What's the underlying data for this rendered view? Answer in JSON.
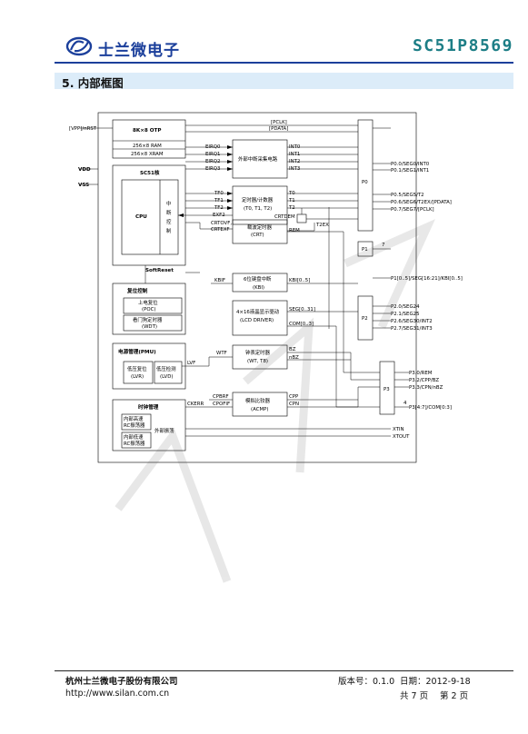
{
  "header": {
    "company": "士兰微电子",
    "part_number": "SC51P8569",
    "logo_icon": "silan-logo-icon"
  },
  "section": {
    "title": "5.  内部框图"
  },
  "diagram": {
    "top_left": {
      "vpp": "[VPP]/nRST",
      "vdd": "VDD",
      "vss": "VSS"
    },
    "memory": {
      "otp": "8K×8 OTP",
      "ram": "256×8 RAM",
      "xram": "256×8 XRAM"
    },
    "bus": {
      "pclk": "[PCLK]",
      "pdata": "[PDATA]"
    },
    "core": {
      "title": "SC51核",
      "cpu": "CPU",
      "irq_ctrl": [
        "中",
        "断",
        "控",
        "制"
      ],
      "softreset": "SoftReset"
    },
    "interrupt": {
      "block": "外部中断采集电路",
      "inputs": [
        "EIRQ0",
        "EIRQ1",
        "EIRQ2",
        "EIRQ3"
      ],
      "outputs": [
        "INT0",
        "INT1",
        "INT2",
        "INT3"
      ]
    },
    "timer": {
      "block_line1": "定时器/计数器",
      "block_line2": "(T0, T1, T2)",
      "inputs": [
        "TF0",
        "TF1",
        "TF2",
        "EXF2"
      ],
      "outputs": [
        "T0",
        "T1",
        "T2"
      ],
      "t2ex": "T2EX",
      "crtdem": "CRTDEM"
    },
    "crt": {
      "line1": "载波定时器",
      "line2": "(CRT)",
      "inputs": [
        "CRTOVF,",
        "CRTEXF"
      ],
      "output": "REM"
    },
    "kbi": {
      "line1": "6位键盘中断",
      "line2": "(KBI)",
      "input": "KBIF",
      "output": "KBI[0..5]"
    },
    "lcd": {
      "line1": "4×16液晶显示驱动",
      "line2": "(LCD DRIVER)",
      "seg": "SEG[0..31]",
      "com": "COM[0..3]"
    },
    "reset": {
      "title": "复位控制",
      "poc1": "上电复位",
      "poc2": "(POC)",
      "wdt1": "看门狗定时器",
      "wdt2": "(WDT)"
    },
    "pmu": {
      "title": "电源管理(PMU)",
      "lvr1": "低压复位",
      "lvr2": "(LVR)",
      "lvd1": "低压检测",
      "lvd2": "(LVD)",
      "lvf": "LVF"
    },
    "wt": {
      "line1": "钟表定时器",
      "line2": "(WT, T8)",
      "input": "WTF",
      "out1": "BZ",
      "out2": "nBZ"
    },
    "acmp": {
      "line1": "模拟比较器",
      "line2": "(ACMP)",
      "in1": "CPBRF",
      "in2": "CPOFIF",
      "out1": "CPP",
      "out2": "CPN"
    },
    "clock": {
      "title": "时钟管理",
      "hrc1": "内部高速",
      "hrc2": "RC振荡器",
      "lrc1": "内部低速",
      "lrc2": "RC振荡器",
      "ext": "外部振荡",
      "ckerr": "CKERR",
      "xtin": "XTIN",
      "xtout": "XTOUT"
    },
    "ports": {
      "p0": "P0",
      "p1": "P1",
      "p2": "P2",
      "p3": "P3",
      "p0_pins": [
        "P0.0/SEG0/INT0",
        "P0.1/SEG1/INT1",
        "P0.5/SEG5/T2",
        "P0.6/SEG6/T2EX/[PDATA]",
        "P0.7/SEG7/[PCLK]"
      ],
      "p1_pins": [
        "P1[0..5]/SEG[16:21]/KBI[0..5]"
      ],
      "p1_width": "7",
      "p2_pins": [
        "P2.0/SEG24",
        "P2.1/SEG25",
        "P2.6/SEG30/INT2",
        "P2.7/SEG31/INT3"
      ],
      "p3_pins": [
        "P3.0/REM",
        "P3.2/CPP/BZ",
        "P3.3/CPN/nBZ",
        "P3[4:7]/COM[0:3]"
      ],
      "p3_width": "4"
    }
  },
  "footer": {
    "company": "杭州士兰微电子股份有限公司",
    "url": "http://www.silan.com.cn",
    "version": "版本号：0.1.0",
    "date": "日期：2012-9-18",
    "total_pages": "共 7 页",
    "page": "第 2 页"
  }
}
